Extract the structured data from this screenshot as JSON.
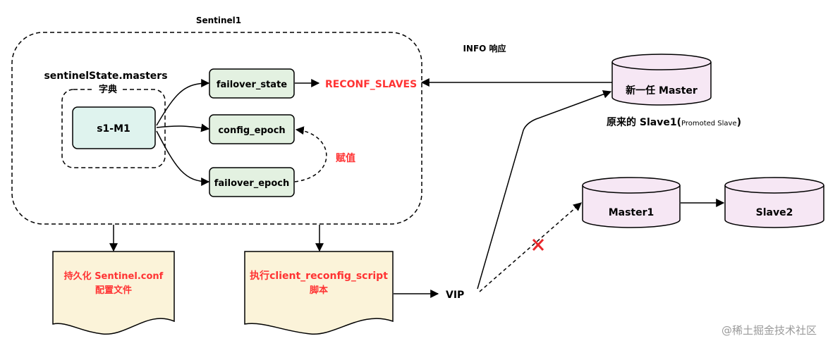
{
  "sentinel_title": "Sentinel1",
  "masters_dict": {
    "line1": "sentinelState.masters",
    "line2": "字典"
  },
  "s1_node": "s1-M1",
  "fields": {
    "failover_state": "failover_state",
    "config_epoch": "config_epoch",
    "failover_epoch": "failover_epoch"
  },
  "reconf_slaves": "RECONF_SLAVES",
  "assign_label": "赋值",
  "info_response": "INFO 响应",
  "new_master": "新一任 Master",
  "original_slave": {
    "main": "原来的 Slave1(",
    "small": "Promoted Slave",
    "close": ")"
  },
  "master1": "Master1",
  "slave2": "Slave2",
  "persist_doc": {
    "line1": "持久化 Sentinel.conf",
    "line2": "配置文件"
  },
  "script_doc": {
    "line1": "执行client_reconfig_script",
    "line2": "脚本"
  },
  "vip": "VIP",
  "watermark": "@稀土掘金技术社区",
  "colors": {
    "red": "#ff3333",
    "green_fill": "#e3f1e1",
    "teal_fill": "#dff3ee",
    "pink_fill": "#f6e7f4",
    "doc_fill": "#fbf3d9",
    "cross": "#e8262a"
  }
}
